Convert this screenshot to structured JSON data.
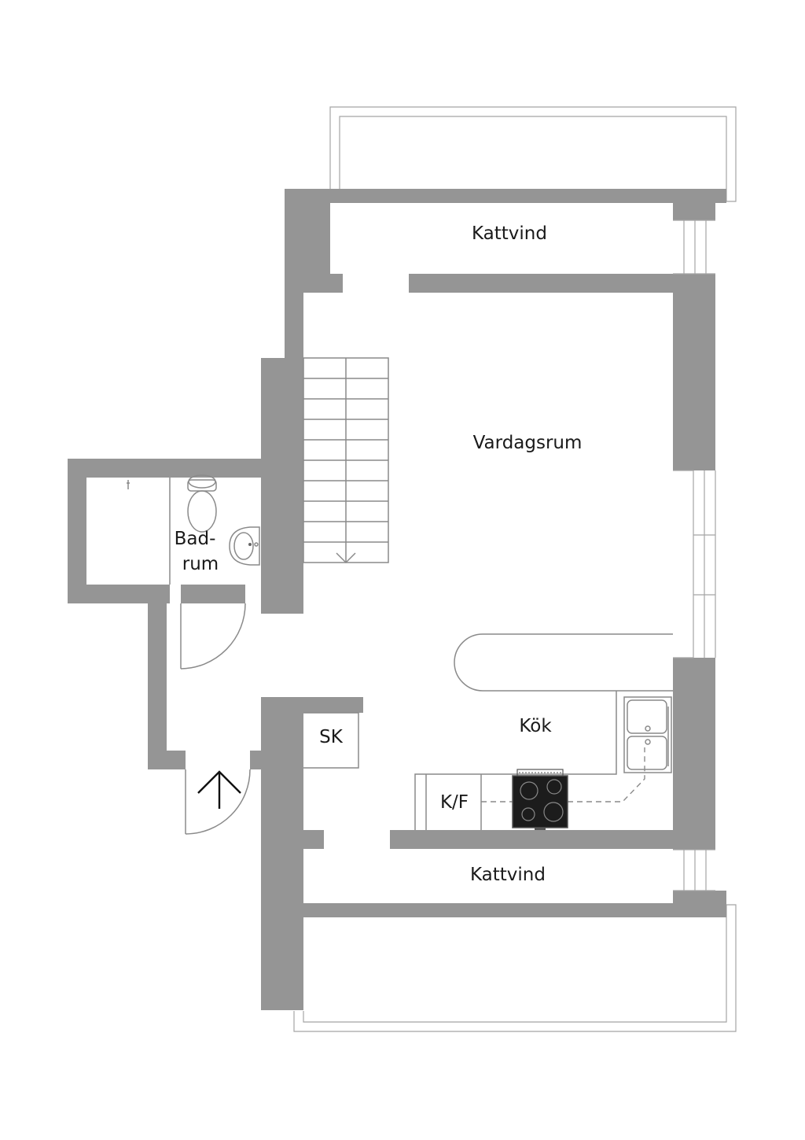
{
  "rooms": {
    "kattvind_top": "Kattvind",
    "vardagsrum": "Vardagsrum",
    "badrum_line1": "Bad-",
    "badrum_line2": "rum",
    "kok": "Kök",
    "sk": "SK",
    "kf": "K/F",
    "kattvind_bottom": "Kattvind"
  },
  "stairs": {
    "steps": 10
  },
  "colors": {
    "wall": "#959595",
    "line": "#8a8a8a",
    "background": "#ffffff",
    "text": "#1a1a1a",
    "stove": "#1c1c1c"
  }
}
